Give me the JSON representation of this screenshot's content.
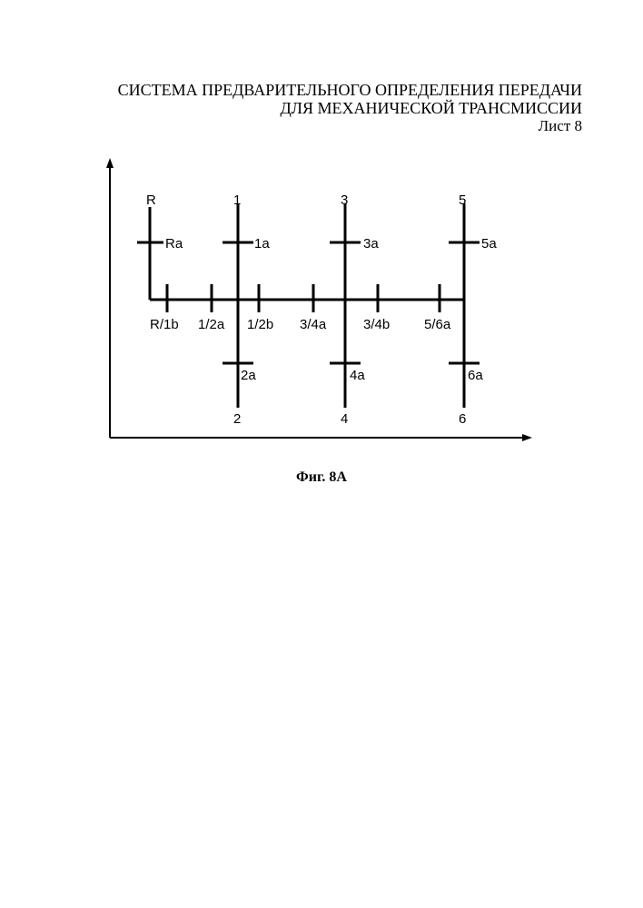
{
  "header": {
    "line1": "СИСТЕМА ПРЕДВАРИТЕЛЬНОГО ОПРЕДЕЛЕНИЯ ПЕРЕДАЧИ",
    "line2": "ДЛЯ МЕХАНИЧЕСКОЙ ТРАНСМИССИИ",
    "sheet": "Лист 8"
  },
  "diagram": {
    "gear_ends": {
      "R": "R",
      "g1": "1",
      "g2": "2",
      "g3": "3",
      "g4": "4",
      "g5": "5",
      "g6": "6"
    },
    "upper_ticks": {
      "Ra": "Ra",
      "1a": "1a",
      "3a": "3a",
      "5a": "5a"
    },
    "lower_ticks": {
      "2a": "2a",
      "4a": "4a",
      "6a": "6a"
    },
    "rail_ticks": {
      "R1b": "R/1b",
      "12a": "1/2a",
      "12b": "1/2b",
      "34a": "3/4a",
      "34b": "3/4b",
      "56a": "5/6a"
    }
  },
  "caption": "Фиг. 8A"
}
